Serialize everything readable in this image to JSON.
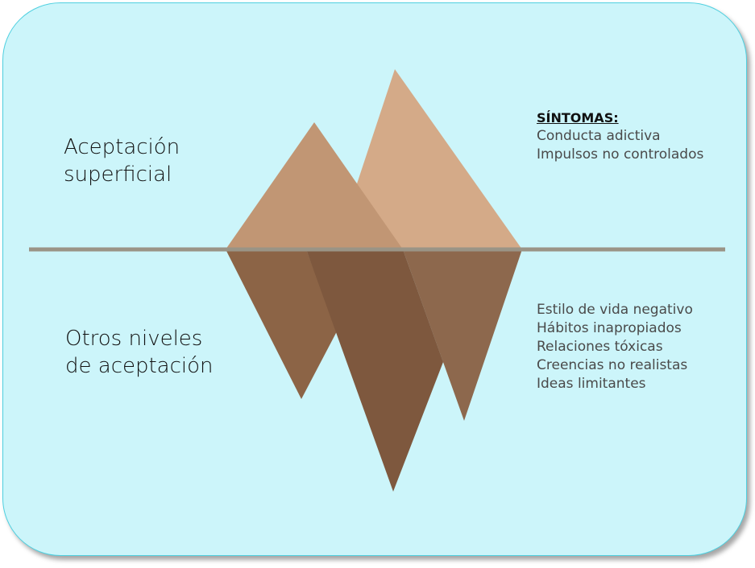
{
  "colors": {
    "background": "#ccf5fa",
    "border": "#4fd0e0",
    "waterline": "#9a9486",
    "peak_right": "#d4aa88",
    "peak_left": "#c19674",
    "underwater_left": "#8c6446",
    "underwater_center": "#7e583e",
    "underwater_right": "#8d684d"
  },
  "left_labels": {
    "top": [
      "Aceptación",
      "superficial"
    ],
    "bottom": [
      "Otros niveles",
      "de aceptación"
    ]
  },
  "symptoms": {
    "heading": "SÍNTOMAS:",
    "items": [
      "Conducta adictiva",
      "Impulsos no controlados"
    ]
  },
  "causes": {
    "items": [
      "Estilo de vida negativo",
      "Hábitos inapropiados",
      "Relaciones tóxicas",
      "Creencias no realistas",
      "Ideas limitantes"
    ]
  }
}
